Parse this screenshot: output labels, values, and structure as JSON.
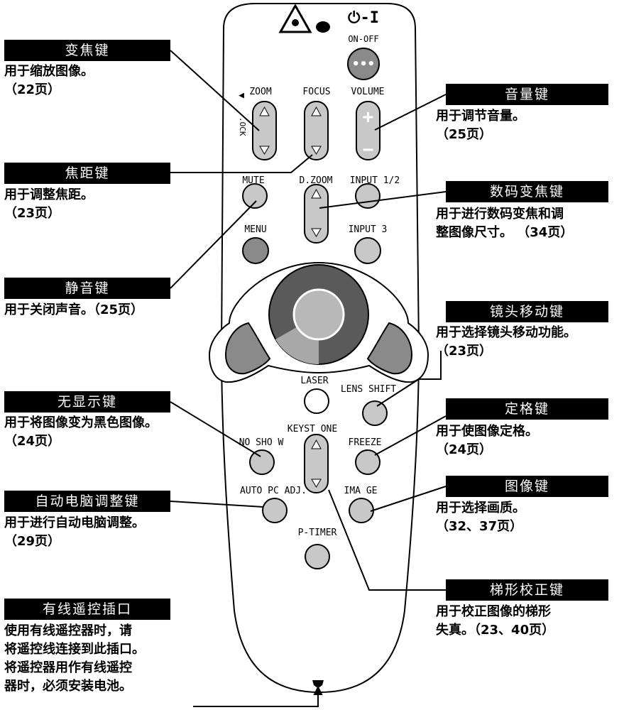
{
  "remote": {
    "on_off_symbol": "⏻-I",
    "on_off_label": "ON-OFF",
    "zoom": "ZOOM",
    "focus": "FOCUS",
    "volume": "VOLUME",
    "lock_fragment": "◀\n.OCK",
    "mute": "MUTE",
    "d_zoom": "D.ZOOM",
    "input12": "INPUT 1/2",
    "menu": "MENU",
    "input3": "INPUT 3",
    "laser": "LASER",
    "lens_shift": "LENS SHIFT",
    "keystone": "KEYST ONE",
    "no_show": "NO SHO W",
    "freeze": "FREEZE",
    "auto_pc": "AUTO PC ADJ.",
    "image": "IMA GE",
    "p_timer": "P-TIMER"
  },
  "callouts": {
    "zoom": {
      "title": "变焦键",
      "lines": [
        "用于缩放图像。",
        "（22页）"
      ]
    },
    "focus": {
      "title": "焦距键",
      "lines": [
        "用于调整焦距。",
        "（23页）"
      ]
    },
    "mute": {
      "title": "静音键",
      "lines": [
        "用于关闭声音。（25页）"
      ]
    },
    "no_show": {
      "title": "无显示键",
      "lines": [
        "用于将图像变为黑色图像。",
        "（24页）"
      ]
    },
    "auto_pc": {
      "title": "自动电脑调整键",
      "lines": [
        "用于进行自动电脑调整。",
        "（29页）"
      ]
    },
    "cable": {
      "title": "有线遥控插口",
      "lines": [
        "使用有线遥控器时，请",
        "将遥控线连接到此插口。",
        "将遥控器用作有线遥控",
        "器时，必须安装电池。"
      ]
    },
    "volume": {
      "title": "音量键",
      "lines": [
        "用于调节音量。",
        "（25页）"
      ]
    },
    "d_zoom": {
      "title": "数码变焦键",
      "lines": [
        "用于进行数码变焦和调",
        "整图像尺寸。 （34页）"
      ]
    },
    "lens_shift": {
      "title": "镜头移动键",
      "lines": [
        "用于选择镜头移动功能。",
        "（23页）"
      ]
    },
    "freeze": {
      "title": "定格键",
      "lines": [
        "用于使图像定格。",
        "（24页）"
      ]
    },
    "image": {
      "title": "图像键",
      "lines": [
        "用于选择画质。",
        "（32、37页）"
      ]
    },
    "keystone": {
      "title": "梯形校正键",
      "lines": [
        "用于校正图像的梯形",
        "失真。（23、40页）"
      ]
    }
  },
  "colors": {
    "button_gray": "#c8c8c8",
    "button_dark": "#8a8a8a",
    "outline": "#000000",
    "label_bg": "#000000",
    "label_text": "#ffffff"
  }
}
